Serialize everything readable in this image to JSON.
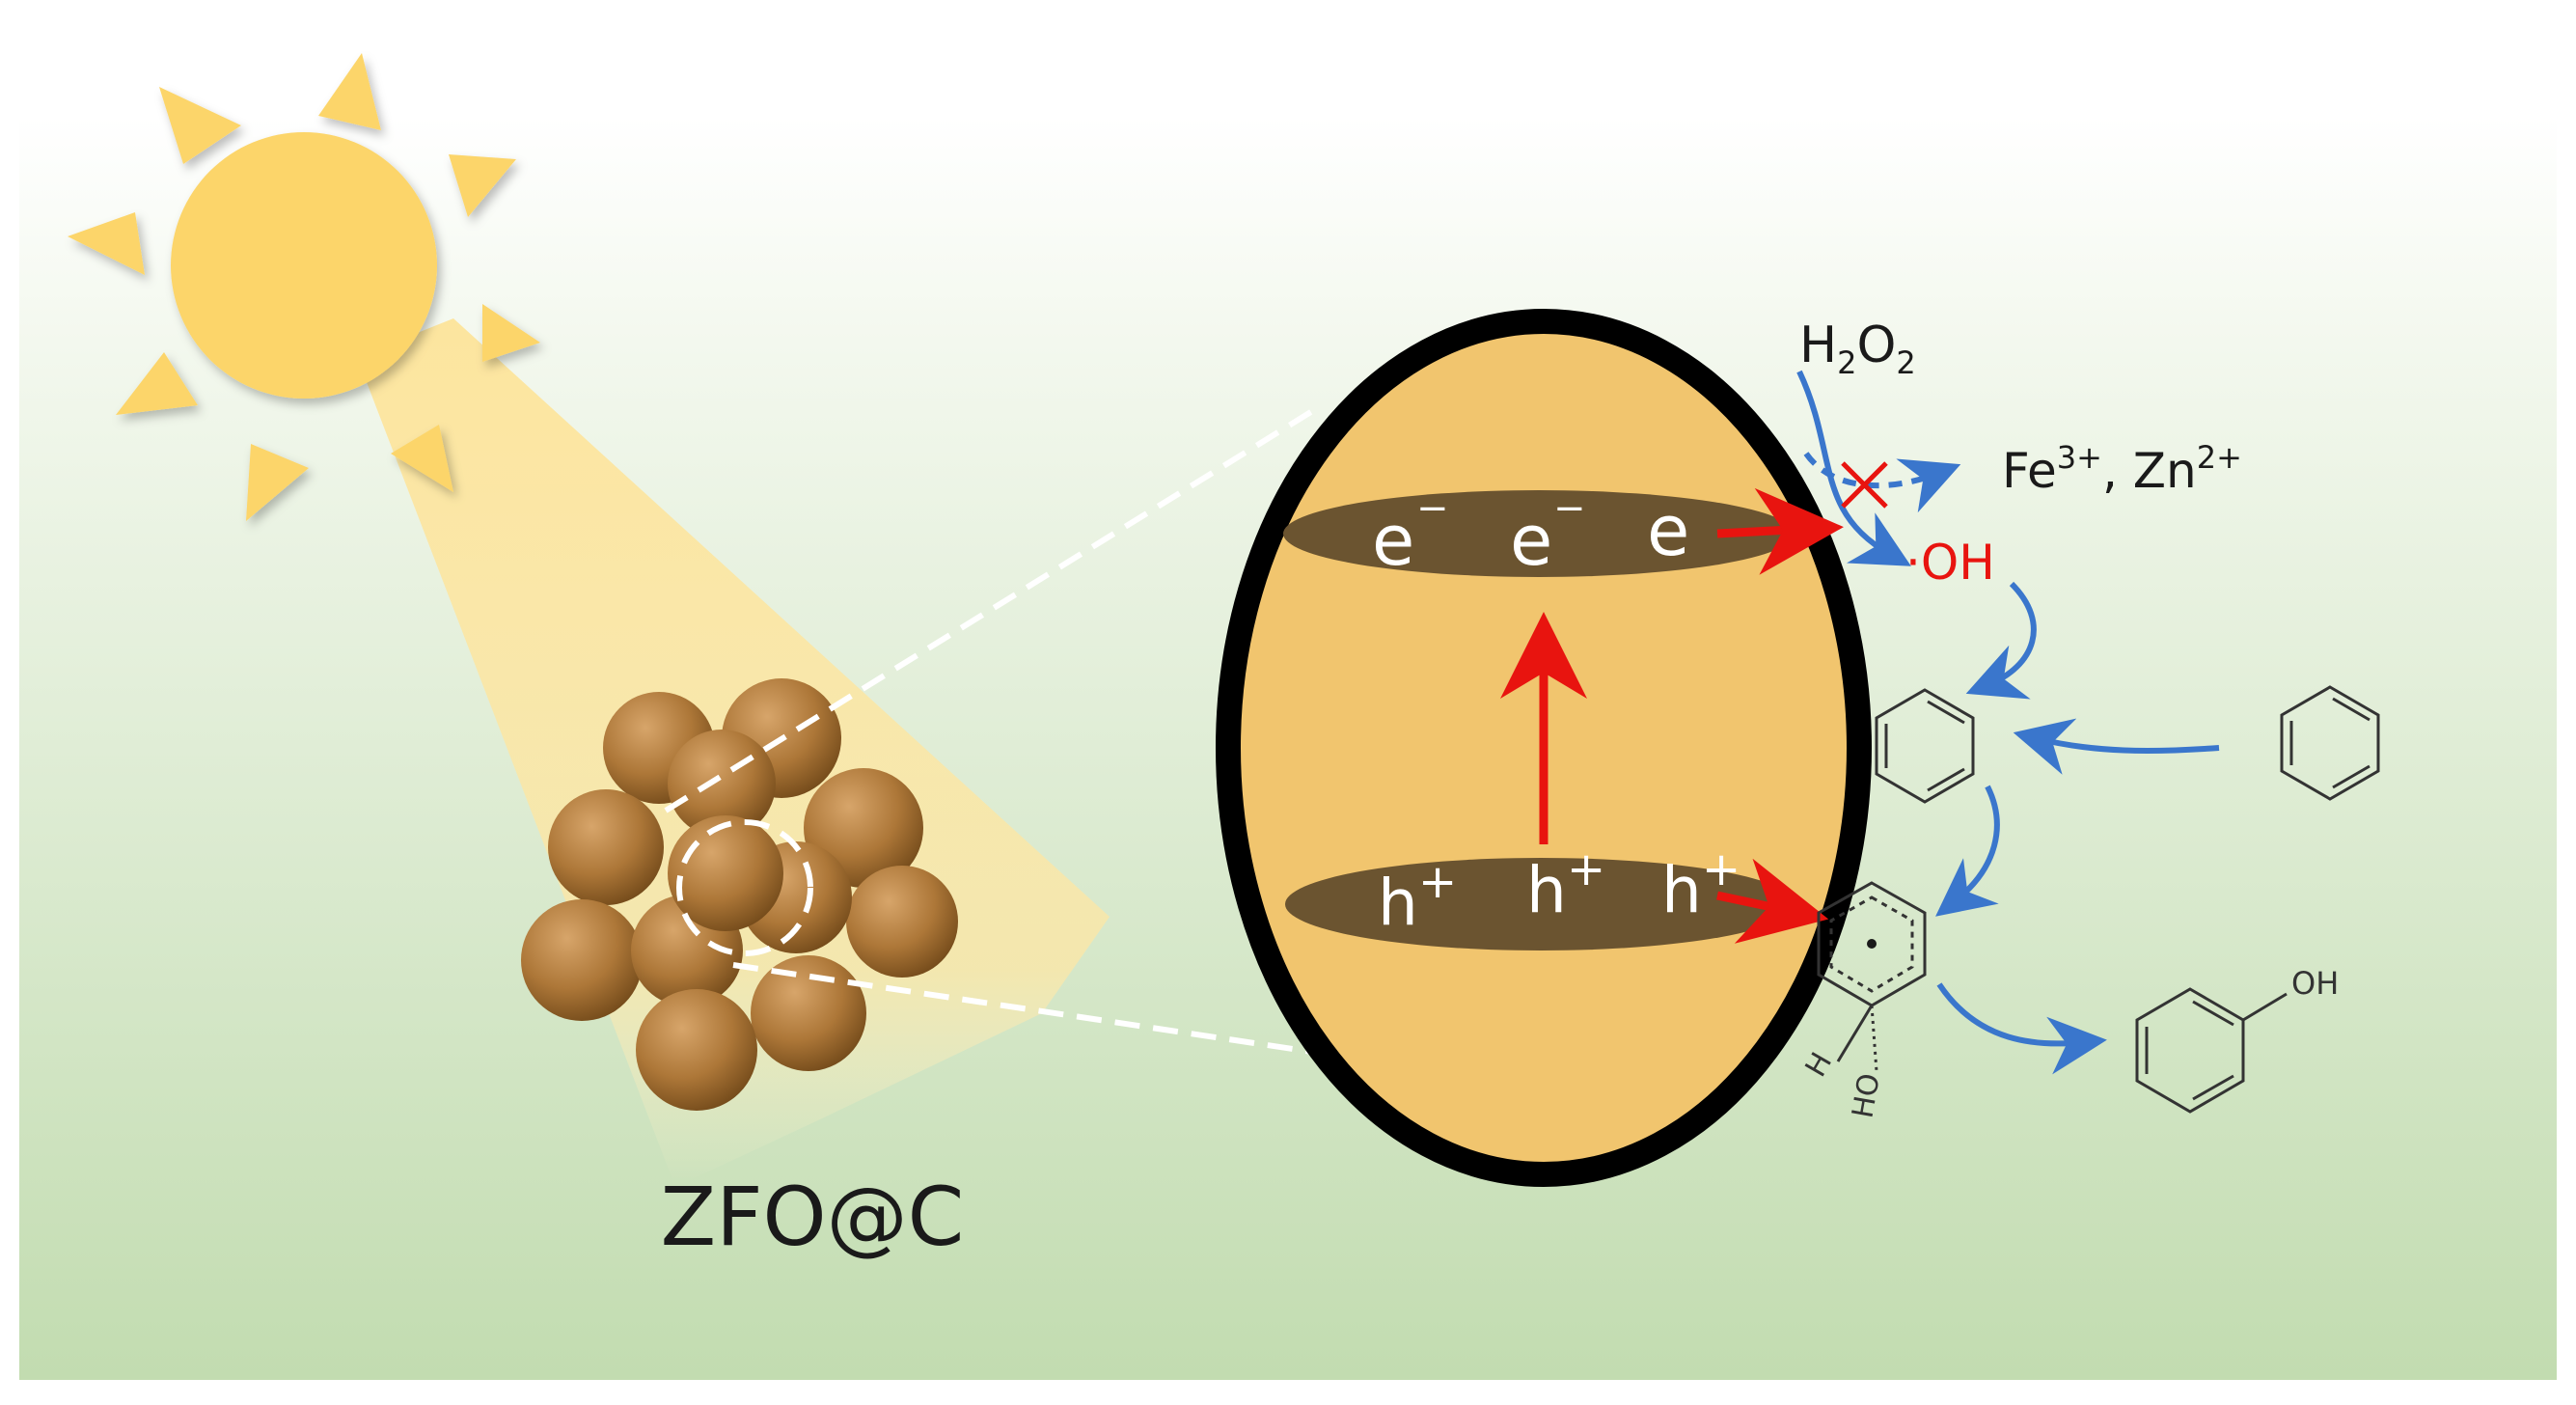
{
  "material_label": "ZFO@C",
  "electron_label": "e",
  "electron_charge": "−",
  "hole_label": "h",
  "hole_charge": "+",
  "h2o2": {
    "main": "H",
    "sub1": "2",
    "mid": "O",
    "sub2": "2"
  },
  "ions": {
    "fe": "Fe",
    "fe_charge": "3+",
    "separator": ", Zn",
    "zn_charge": "2+"
  },
  "hydroxyl_radical": "·OH",
  "intermediate_h": "H",
  "intermediate_oh": "HO",
  "phenol_oh": "OH",
  "colors": {
    "background_top": "#ffffff",
    "background_bottom": "#c2dcb0",
    "sun": "#fcd56a",
    "sun_beam": "#fde49a",
    "particle": "#b07a3a",
    "core_fill": "#f1c56e",
    "core_border": "#000000",
    "band": "#6b5430",
    "red_arrow": "#e8140f",
    "blue_arrow": "#3a76cc",
    "radical_text": "#e8140f"
  }
}
